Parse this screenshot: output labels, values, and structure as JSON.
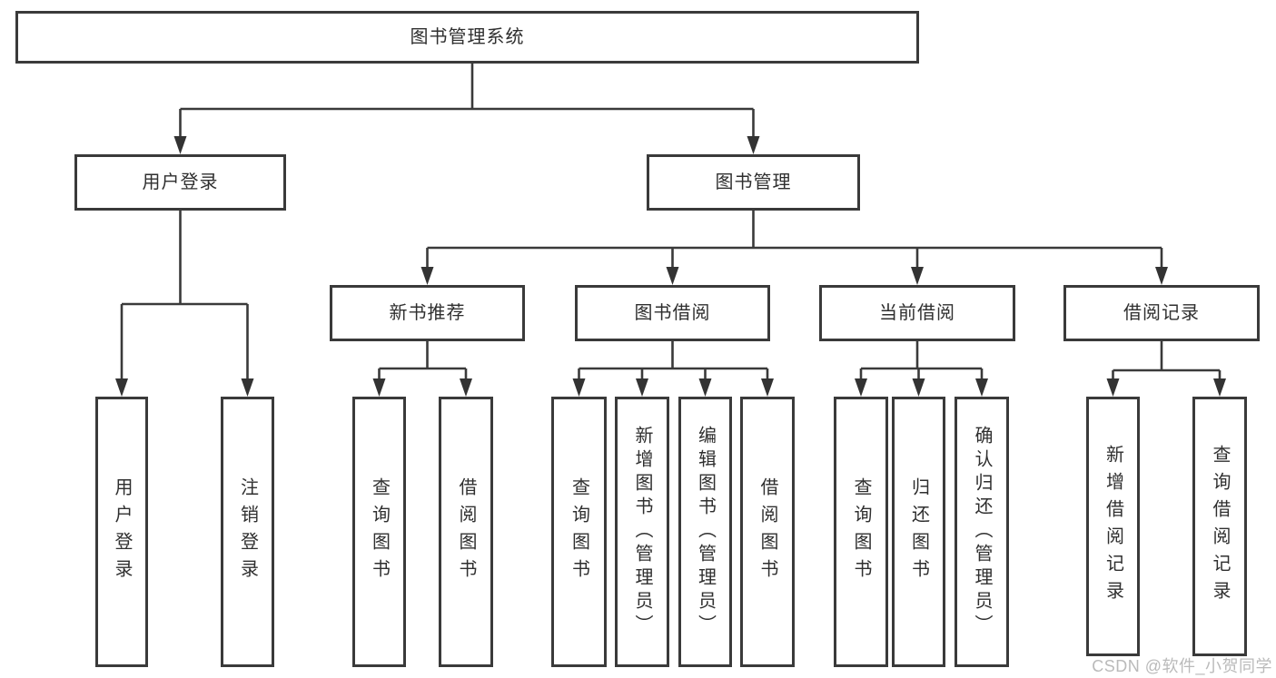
{
  "diagram": {
    "root": "图书管理系统",
    "level2": [
      "用户登录",
      "图书管理"
    ],
    "level3": [
      "新书推荐",
      "图书借阅",
      "当前借阅",
      "借阅记录"
    ],
    "leaves": [
      "用户登录",
      "注销登录",
      "查询图书",
      "借阅图书",
      "查询图书",
      "新增图书（管理员）",
      "编辑图书（管理员）",
      "借阅图书",
      "查询图书",
      "归还图书",
      "确认归还（管理员）",
      "新增借阅记录",
      "查询借阅记录"
    ]
  },
  "watermark": "CSDN @软件_小贺同学",
  "colors": {
    "line": "#3a3a3a",
    "text": "#2f2f2f",
    "watermark": "#b3b3b3",
    "background": "#ffffff"
  }
}
